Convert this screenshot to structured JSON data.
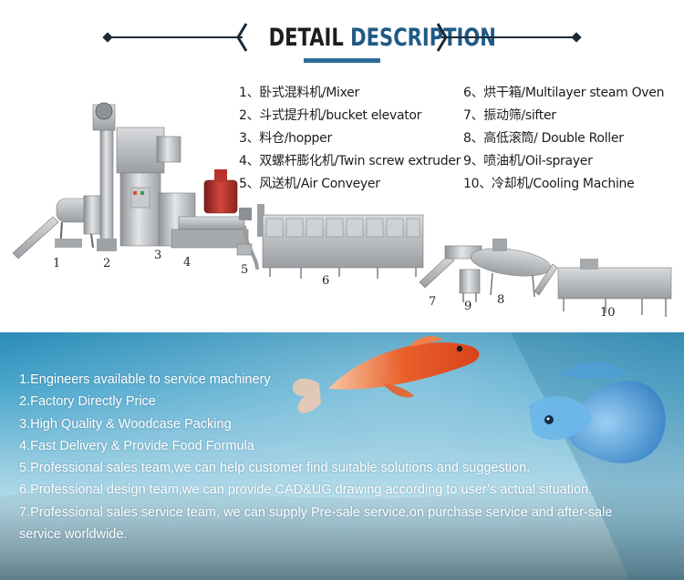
{
  "header": {
    "title_word1": "DETAIL",
    "title_word2": "DESCRIPTION"
  },
  "components_left": [
    "1、卧式混料机/Mixer",
    "2、斗式提升机/bucket elevator",
    "3、料仓/hopper",
    "4、双螺杆膨化机/Twin screw extruder",
    "5、风送机/Air Conveyer"
  ],
  "components_right": [
    "6、烘干箱/Multilayer steam Oven",
    "7、振动筛/sifter",
    "8、高低滚筒/ Double Roller",
    "9、喷油机/Oil-sprayer",
    "10、冷却机/Cooling Machine"
  ],
  "machine_numbers": [
    "1",
    "2",
    "3",
    "4",
    "5",
    "6",
    "7",
    "9",
    "8",
    "10"
  ],
  "features": [
    "1.Engineers available to service machinery",
    "2.Factory Directly Price",
    "3.High Quality & Woodcase Packing",
    "4.Fast Delivery & Provide Food Formula",
    "5.Professional sales team,we can help customer find suitable solutions and suggestion.",
    "6.Professional design team,we can provide CAD&UG drawing according to user’s actual situation.",
    "7.Professional sales service team, we can supply Pre-sale service,on purchase service and after-sale service worldwide."
  ],
  "colors": {
    "title_dark": "#1d1d1d",
    "title_blue": "#1f5a86",
    "steel": "#b9bcbf",
    "extruder_red": "#b0302a",
    "water_top": "#2c8db8",
    "fish_orange": "#e8602a",
    "fish_blue": "#5aa7e0"
  }
}
